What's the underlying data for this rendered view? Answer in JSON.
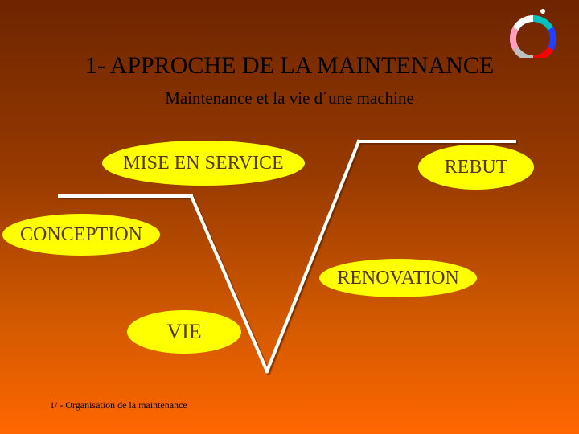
{
  "slide": {
    "title": "1- APPROCHE DE LA MAINTENANCE",
    "subtitle": "Maintenance et la vie d´une machine",
    "footer": "1/ - Organisation de la maintenance"
  },
  "diagram": {
    "stages": {
      "mise_en_service": "MISE EN SERVICE",
      "rebut": "REBUT",
      "conception": "CONCEPTION",
      "renovation": "RENOVATION",
      "vie": "VIE"
    },
    "bubble_color": "#ffff00",
    "line_color": "#ffffff"
  },
  "logo": {
    "icon": "color-ring-icon",
    "colors": [
      "#00c0c0",
      "#2040ff",
      "#ff0000",
      "#c0c0c0",
      "#ff9fc0",
      "#ffffff"
    ]
  }
}
